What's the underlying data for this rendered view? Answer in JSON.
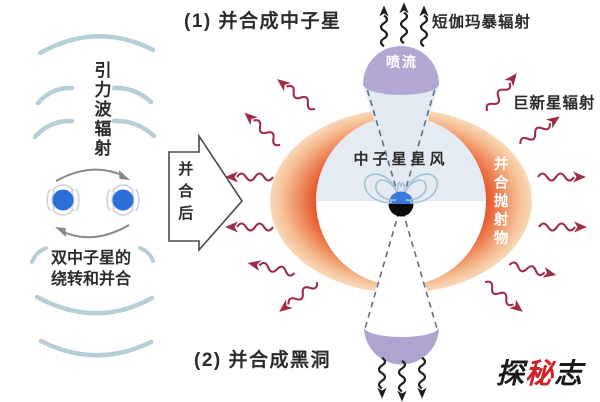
{
  "left_panel": {
    "gravitational_wave_label": "引力波辐射",
    "binary_label_line1": "双中子星的",
    "binary_label_line2": "绕转和并合"
  },
  "merger_arrow_label": "并合后",
  "outcomes": {
    "neutron_star": "(1) 并合成中子星",
    "black_hole": "(2) 并合成黑洞"
  },
  "remnant": {
    "jet_label": "喷流",
    "wind_label": "中子星星风",
    "ejecta_label": "并合抛射物",
    "short_grb_label": "短伽玛暴辐射",
    "kilonova_label": "巨新星辐射"
  },
  "watermark": {
    "char1": "探",
    "char2": "秘",
    "char3": "志"
  },
  "colors": {
    "neutron_star_blue": "#2d6fd8",
    "ejecta_red": "#e24c2a",
    "ejecta_peach": "#f8dab8",
    "jet_purple": "#b3a8d2",
    "radiation_maroon": "#9e2d48",
    "wave_blue": "#b6ced5"
  }
}
